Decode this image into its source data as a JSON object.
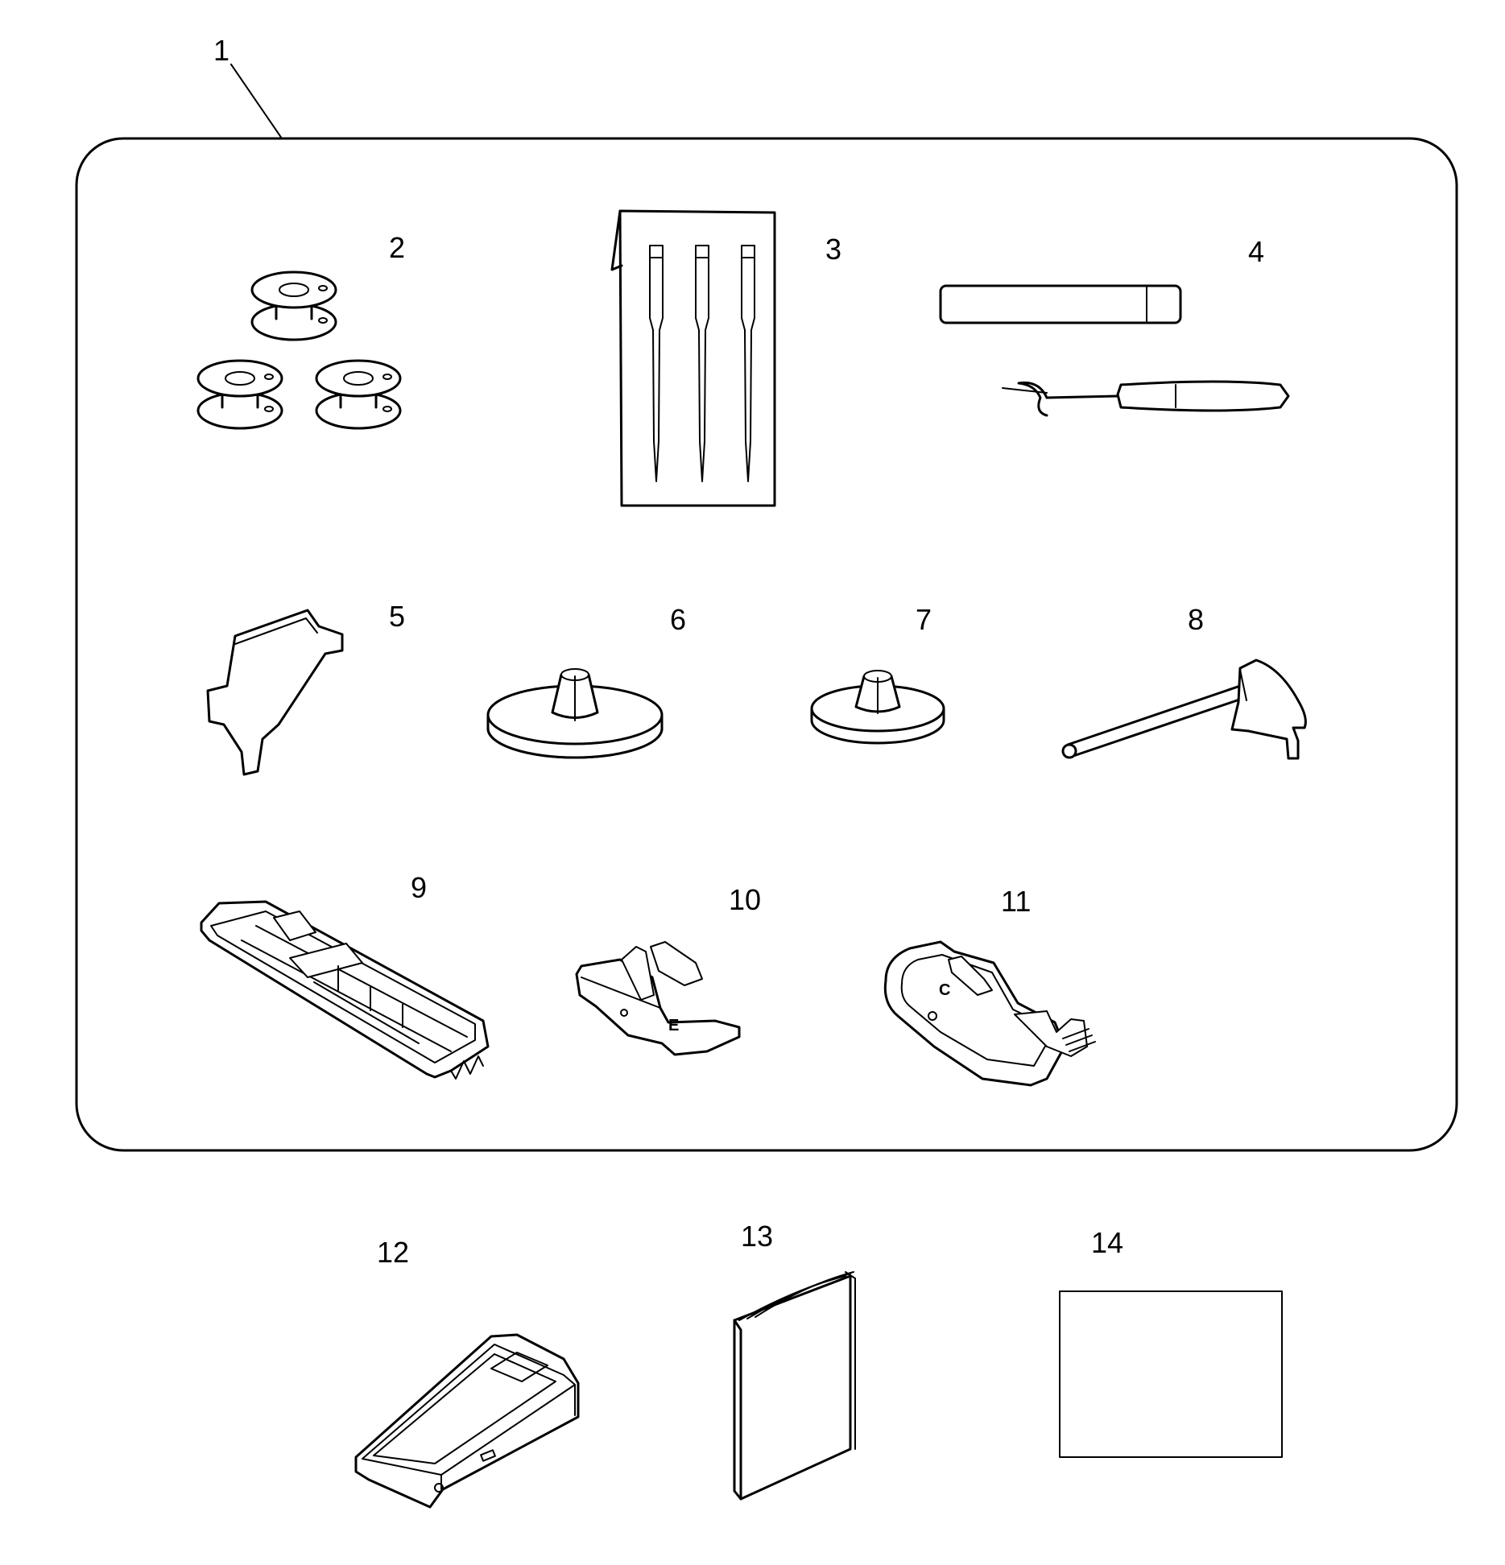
{
  "callouts": {
    "c1": "1",
    "c2": "2",
    "c3": "3",
    "c4": "4",
    "c5": "5",
    "c6": "6",
    "c7": "7",
    "c8": "8",
    "c9": "9",
    "c10": "10",
    "c11": "11",
    "c12": "12",
    "c13": "13",
    "c14": "14"
  },
  "foot_letters": {
    "zigzag": "E",
    "overedge": "C"
  }
}
